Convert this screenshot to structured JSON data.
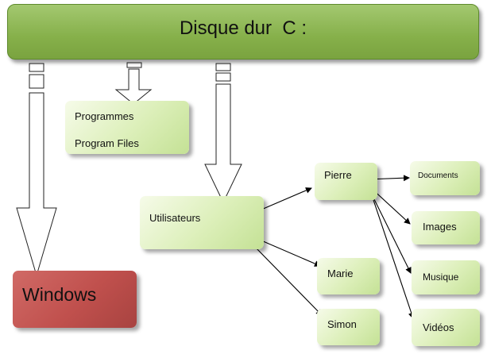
{
  "root": {
    "label": "Disque dur  C :"
  },
  "nodes": {
    "windows": "Windows",
    "programmes": [
      "Programmes",
      "Program Files"
    ],
    "utilisateurs": "Utilisateurs",
    "pierre": "Pierre",
    "marie": "Marie",
    "simon": "Simon",
    "documents": "Documents",
    "images": "Images",
    "musique": "Musique",
    "videos": "Vidéos"
  },
  "colors": {
    "root_fill": "#86b04a",
    "windows_fill": "#c0504d",
    "node_fill": "#d6ebb0"
  }
}
